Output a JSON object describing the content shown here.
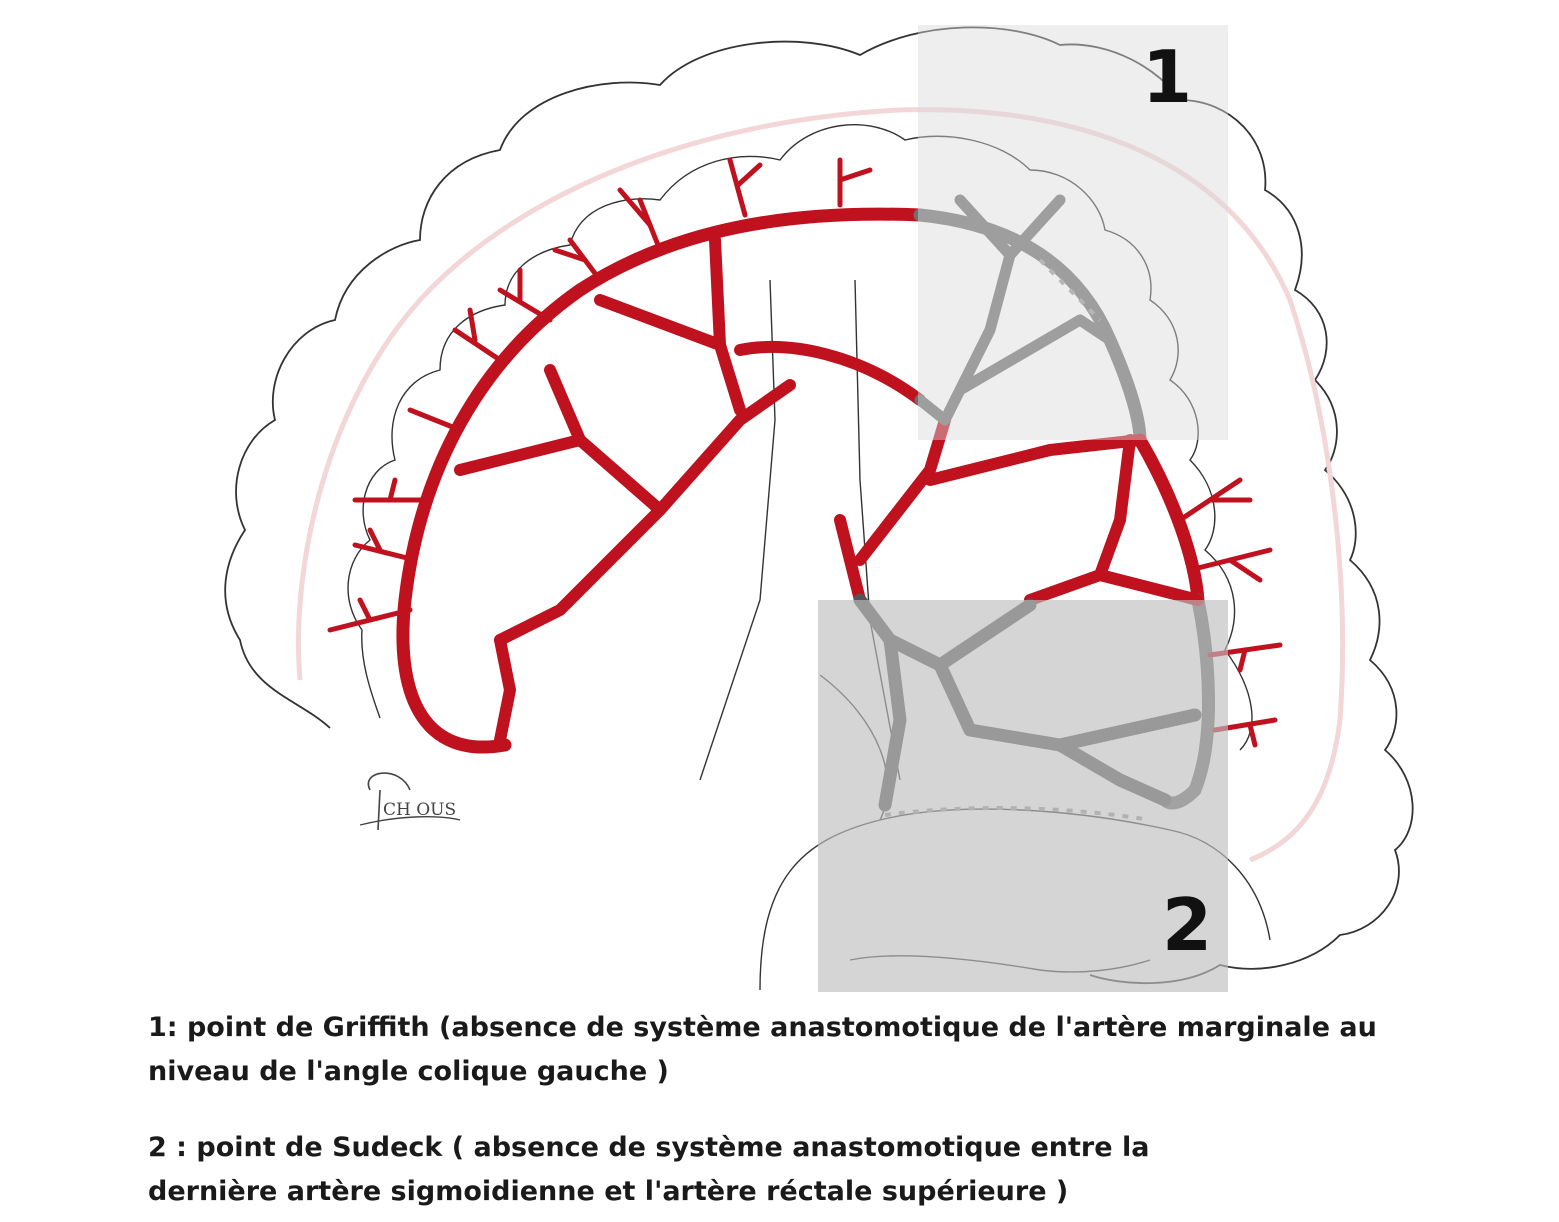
{
  "diagram": {
    "zones": [
      {
        "label": "1"
      },
      {
        "label": "2"
      }
    ],
    "signature": "CH OUS"
  },
  "legend": {
    "item1_line1": "1: point de Griffith (absence  de système anastomotique de l'artère marginale au",
    "item1_line2": "niveau de l'angle colique gauche )",
    "item2_line1": "2 : point de Sudeck ( absence de système anastomotique entre la",
    "item2_line2": "dernière artère sigmoidienne et l'artère réctale supérieure )"
  },
  "colors": {
    "artery": "#c0111f",
    "ischemic_artery": "#6e6e6e",
    "zone_overlay": "#d9d9d9",
    "outline": "#333333"
  }
}
